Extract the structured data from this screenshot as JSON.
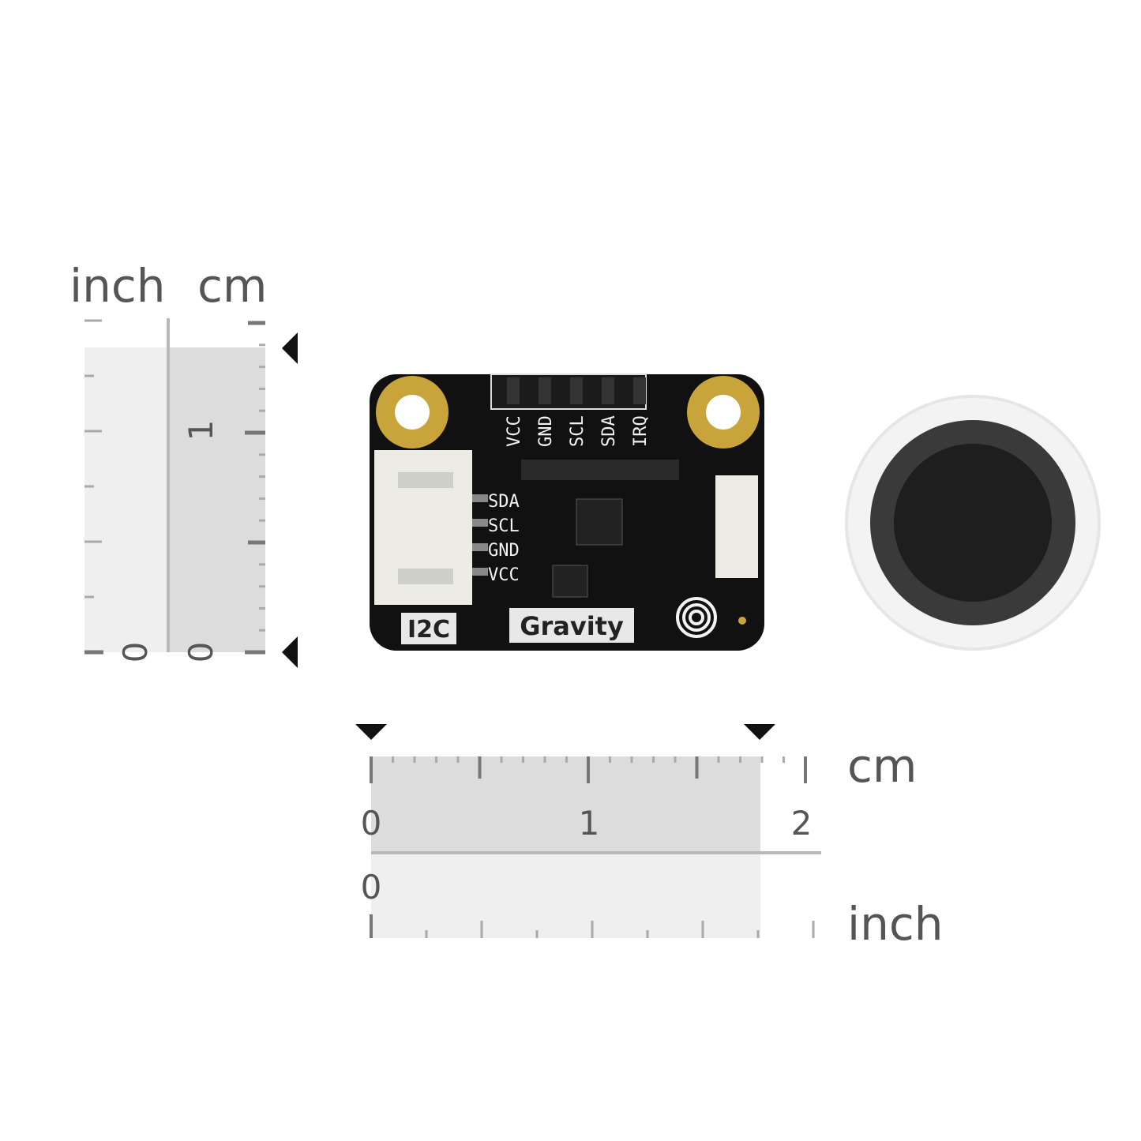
{
  "vertical_ruler": {
    "unit_inch": "inch",
    "unit_cm": "cm",
    "inch_zero": "0",
    "cm_zero": "0",
    "cm_one": "1",
    "measured_height_cm": 1.39
  },
  "horizontal_ruler": {
    "unit_cm": "cm",
    "unit_inch": "inch",
    "cm_labels": [
      "0",
      "1",
      "2"
    ],
    "inch_zero": "0",
    "measured_width_cm": 1.79
  },
  "board": {
    "header_pins": [
      "VCC",
      "GND",
      "SCL",
      "SDA",
      "IRQ"
    ],
    "connector_pins": [
      "SDA",
      "SCL",
      "GND",
      "VCC"
    ],
    "interface_label": "I2C",
    "brand_label": "Gravity",
    "colors": {
      "pcb": "#111111",
      "gold": "#c9a43a",
      "connector": "#ecebe6"
    }
  }
}
